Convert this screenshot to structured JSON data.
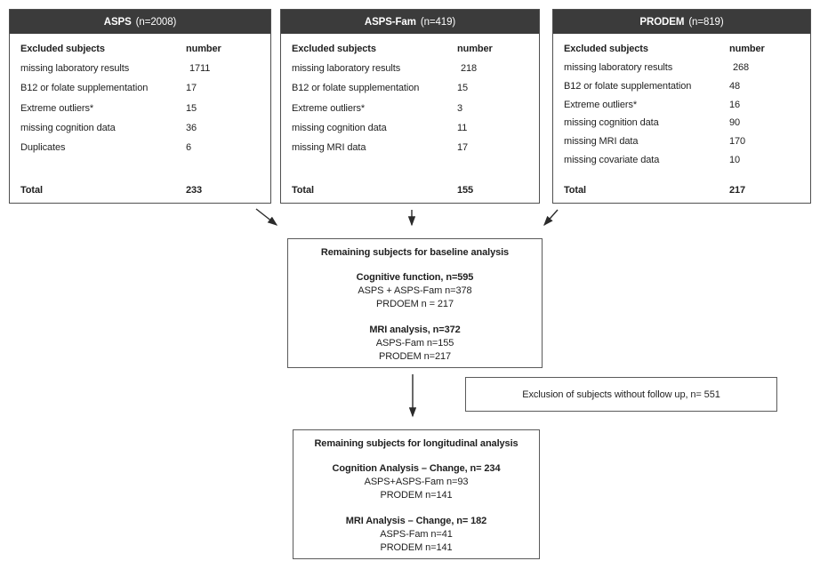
{
  "colors": {
    "header_bg": "#3b3b3b",
    "header_text": "#ffffff",
    "border_dark": "#4f4f4f",
    "border_light": "#5a5a5a",
    "text": "#1f1f1f"
  },
  "flow": {
    "cohorts": [
      {
        "name": "ASPS",
        "n_label": "(n=2008)",
        "col_label": "Excluded subjects",
        "col_value": "number",
        "rows": [
          {
            "label": "missing laboratory results",
            "value": "1711"
          },
          {
            "label": "B12 or folate supplementation",
            "value": "17"
          },
          {
            "label": "Extreme outliers*",
            "value": "15"
          },
          {
            "label": "missing cognition data",
            "value": "36"
          },
          {
            "label": "Duplicates",
            "value": "6"
          }
        ],
        "total_label": "Total",
        "total_value": "233"
      },
      {
        "name": "ASPS-Fam",
        "n_label": "(n=419)",
        "col_label": "Excluded subjects",
        "col_value": "number",
        "rows": [
          {
            "label": "missing laboratory results",
            "value": "218"
          },
          {
            "label": "B12 or folate supplementation",
            "value": "15"
          },
          {
            "label": "Extreme outliers*",
            "value": "3"
          },
          {
            "label": "missing cognition data",
            "value": "11"
          },
          {
            "label": "missing MRI data",
            "value": "17"
          }
        ],
        "total_label": "Total",
        "total_value": "155"
      },
      {
        "name": "PRODEM",
        "n_label": "(n=819)",
        "col_label": "Excluded subjects",
        "col_value": "number",
        "rows": [
          {
            "label": "missing laboratory results",
            "value": "268"
          },
          {
            "label": "B12 or folate supplementation",
            "value": "48"
          },
          {
            "label": "Extreme outliers*",
            "value": "16"
          },
          {
            "label": "missing cognition data",
            "value": "90"
          },
          {
            "label": "missing MRI data",
            "value": "170"
          },
          {
            "label": "missing covariate data",
            "value": "10"
          }
        ],
        "total_label": "Total",
        "total_value": "217"
      }
    ],
    "baseline": {
      "title": "Remaining subjects for baseline analysis",
      "sections": [
        {
          "heading": "Cognitive function, n=595",
          "line1": "ASPS + ASPS-Fam n=378",
          "line2": "PRDOEM n = 217"
        },
        {
          "heading": "MRI analysis, n=372",
          "line1": "ASPS-Fam n=155",
          "line2": "PRODEM n=217"
        }
      ]
    },
    "exclusion_note": "Exclusion of subjects without follow up, n= 551",
    "longitudinal": {
      "title": "Remaining subjects for longitudinal analysis",
      "sections": [
        {
          "heading": "Cognition Analysis – Change, n= 234",
          "line1": "ASPS+ASPS-Fam n=93",
          "line2": "PRODEM n=141"
        },
        {
          "heading": "MRI Analysis – Change, n= 182",
          "line1": "ASPS-Fam n=41",
          "line2": "PRODEM n=141"
        }
      ]
    }
  }
}
